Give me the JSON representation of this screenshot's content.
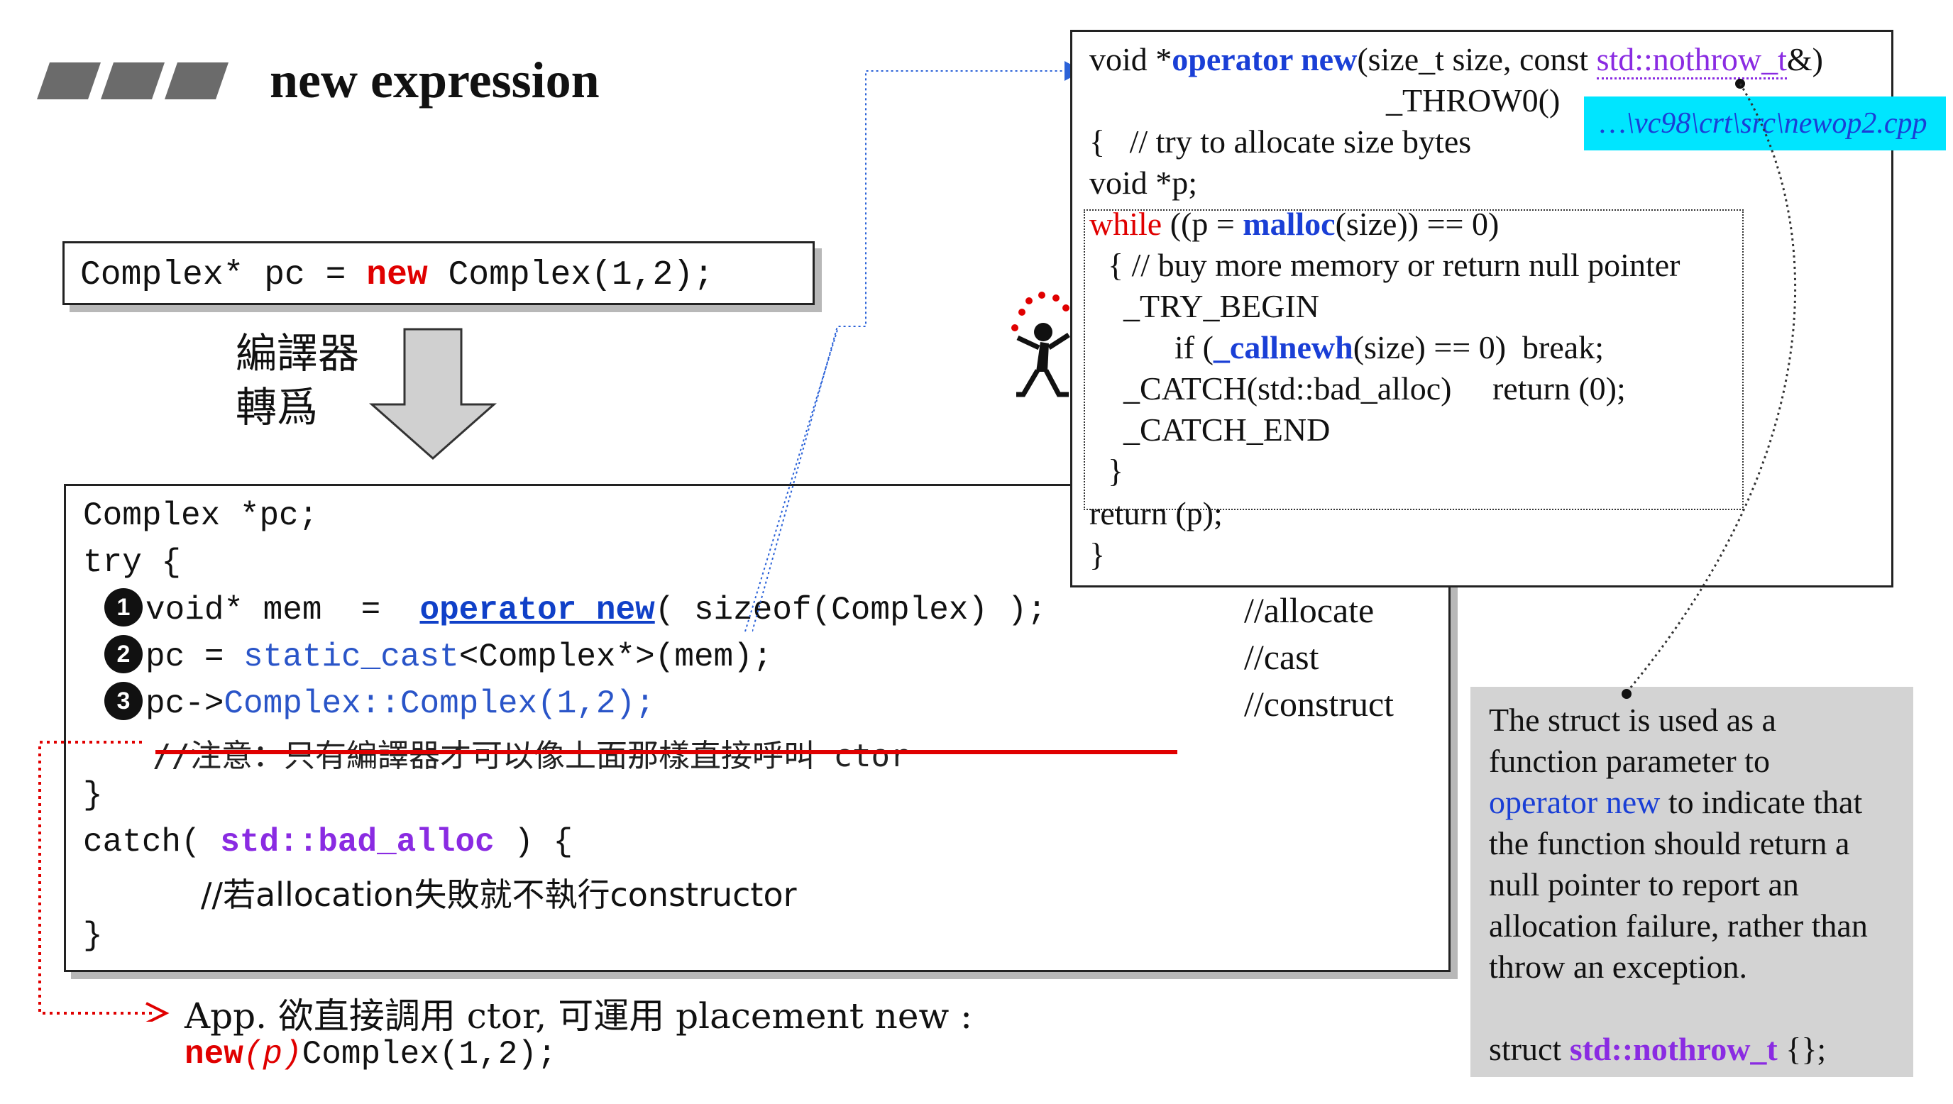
{
  "slide": {
    "title": "new expression"
  },
  "top_code": {
    "prefix": "Complex* pc = ",
    "keyword": "new",
    "suffix": " Complex(1,2);"
  },
  "arrow_label": {
    "line1": "編譯器",
    "line2": "轉爲"
  },
  "main_code": {
    "l1": "Complex *pc;",
    "l2": "try {",
    "step1_badge": "1",
    "step1_a": "void* mem  =  ",
    "step1_op": "operator new",
    "step1_b": "( sizeof(Complex) );",
    "step1_comment": "//allocate",
    "step2_badge": "2",
    "step2_a": "pc = ",
    "step2_cast": "static_cast",
    "step2_b": "<Complex*>(mem);",
    "step2_comment": "//cast",
    "step3_badge": "3",
    "step3_a": "pc->",
    "step3_ctor": "Complex::Complex(1,2);",
    "step3_comment": "//construct",
    "strike_comment": "//注意：只有編譯器才可以像上面那樣直接呼叫 ctor",
    "l_close_try": "}",
    "catch_a": "catch( ",
    "catch_type": "std::bad_alloc",
    "catch_b": " ) {",
    "catch_comment": "//若allocation失敗就不執行constructor",
    "l_close_catch": "}"
  },
  "app_note": {
    "text": "App. 欲直接調用 ctor, 可運用 placement new :",
    "code_new": "new",
    "code_p": "(p)",
    "code_rest": "Complex(1,2);"
  },
  "op_new_box": {
    "l1_a": "void *",
    "l1_kw": "operator new",
    "l1_b": "(size_t size, const ",
    "l1_nothrow": "std::nothrow_t",
    "l1_c": "&)",
    "l2": "_THROW0()",
    "l3": "{   // try to allocate size bytes",
    "l4": "void *p;",
    "l5_while": "while",
    "l5_a": " ((p = ",
    "l5_malloc": "malloc",
    "l5_b": "(size)) == 0)",
    "l6": "{ // buy more memory or return null pointer",
    "l7": "_TRY_BEGIN",
    "l8_a": "if (",
    "l8_fn": "_callnewh",
    "l8_b": "(size) == 0)  break;",
    "l9": "_CATCH(std::bad_alloc)     return (0);",
    "l10": "_CATCH_END",
    "l11": "}",
    "l12": "return (p);",
    "l13": "}"
  },
  "file_tag": "…\\vc98\\crt\\src\\newop2.cpp",
  "note_box": {
    "p1": "The struct is used as a",
    "p2": "function parameter to",
    "p3_link": "operator new",
    "p3_rest": " to indicate that",
    "p4": "the function should return a",
    "p5": "null pointer to report an",
    "p6": "allocation failure, rather than",
    "p7": "throw an exception.",
    "p8_a": "struct ",
    "p8_type": "std::nothrow_t",
    "p8_b": " {};"
  },
  "colors": {
    "keyword_red": "#e00000",
    "keyword_blue": "#1040c8",
    "type_purple": "#8a2be2",
    "tag_cyan": "#00e5ff",
    "note_gray": "#d3d3d3"
  },
  "icons": {
    "title_bars": "three-slanted-bars-icon",
    "juggler": "juggler-figure-icon"
  }
}
